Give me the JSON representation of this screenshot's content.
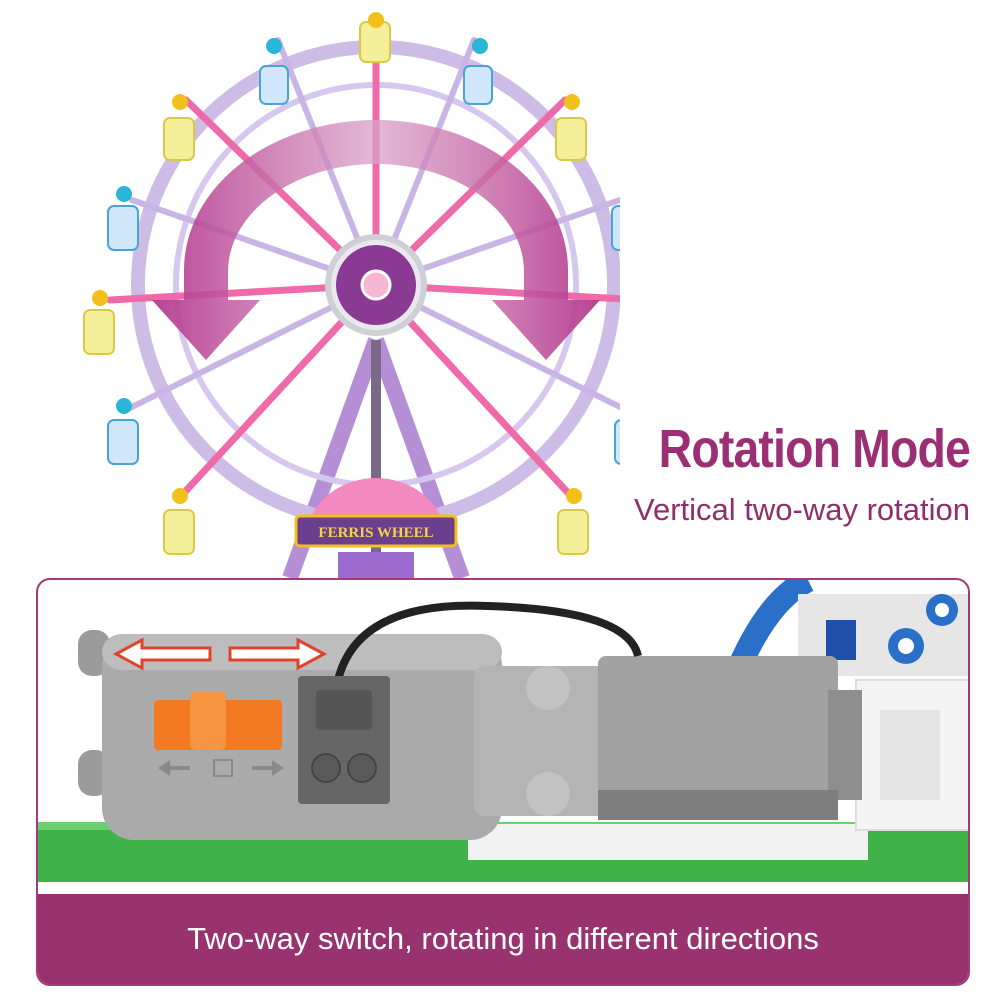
{
  "image": {
    "heading": "Rotation Mode",
    "subheading": "Vertical two-way rotation",
    "sign_text": "FERRIS WHEEL",
    "caption": "Two-way switch, rotating in different directions"
  },
  "colors": {
    "heading": "#9c2f74",
    "panel_border": "#a23a7c",
    "caption_band": "#98336f",
    "arrow": "#b03a86",
    "spoke_pink": "#ef6aa8",
    "spoke_lavender": "#c9b4e6",
    "motor_grey": "#a9a9a9",
    "switch_orange": "#f27a22",
    "baseplate_green": "#3fb24a"
  }
}
